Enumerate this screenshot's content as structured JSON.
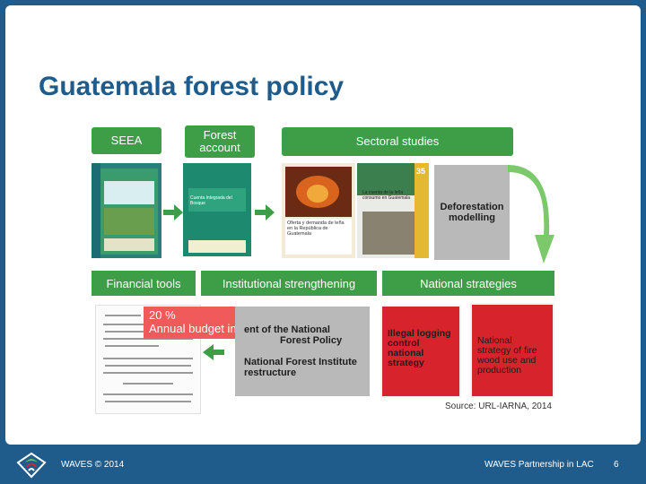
{
  "slide": {
    "title": "Guatemala forest policy"
  },
  "flow": {
    "seea": "SEEA",
    "forest_account": "Forest\naccount",
    "sectoral_studies": "Sectoral studies",
    "deforestation": "Deforestation\nmodelling",
    "financial_tools": "Financial tools",
    "institutional": "Institutional strengthening",
    "national_strategies": "National strategies",
    "budget_percent": "20 %",
    "budget_label": "Annual budget increase",
    "inst_item1": "ent of the National\nForest Policy",
    "inst_item2": "National Forest Institute\nrestructure",
    "red1": "Illegal logging\ncontrol national\nstrategy",
    "red2": "National\nstrategy of fire\nwood use and\nproduction",
    "source": "Source: URL-IARNA, 2014",
    "book2_title": "Cuenta Integrada del Bosque",
    "book3_title": "Oferta y demanda de leña\nen la República de Guatemala",
    "book4_title": "La cuenta de la leña\nconsumo en Guatemala",
    "book4_number": "35"
  },
  "footer": {
    "left": "WAVES © 2014",
    "center": "WAVES Partnership in LAC",
    "page": "6"
  },
  "colors": {
    "frame": "#1f5c8c",
    "green": "#3e9e47",
    "red": "#d7232b",
    "gray": "#b9b9b9",
    "title": "#1f5c8c"
  }
}
